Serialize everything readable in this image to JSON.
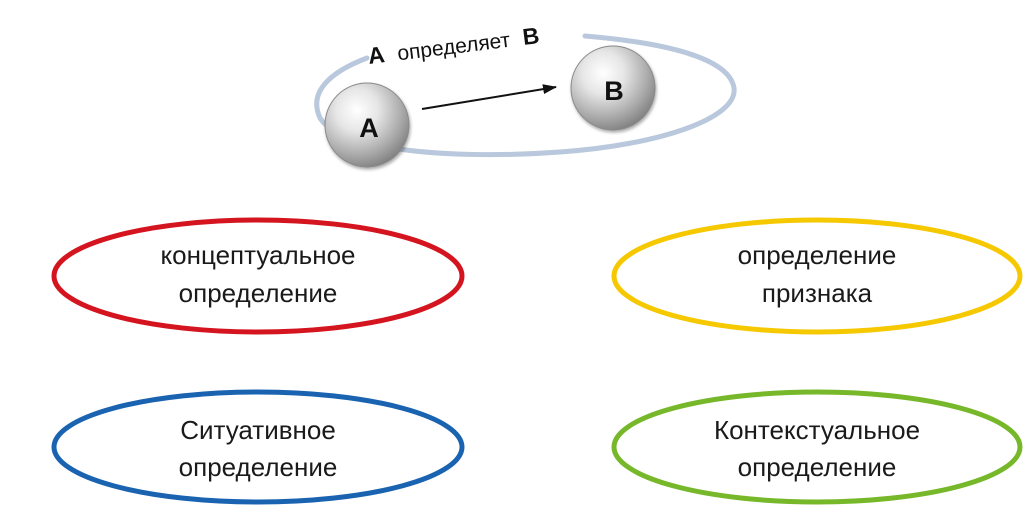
{
  "relation": {
    "subject": "A",
    "verb": "определяет",
    "object": "B"
  },
  "nodes": {
    "a": {
      "label": "A"
    },
    "b": {
      "label": "B"
    }
  },
  "colors": {
    "orbit": "#b9c8dc",
    "arrow": "#111111",
    "red": "#d4141f",
    "yellow": "#f5c800",
    "blue": "#1a63b0",
    "green": "#76b82a"
  },
  "definitions": {
    "conceptual": {
      "line1": "концептуальное",
      "line2": "определение"
    },
    "feature": {
      "line1": "определение",
      "line2": "признака"
    },
    "situational": {
      "line1": "Ситуативное",
      "line2": "определение"
    },
    "contextual": {
      "line1": "Контекстуальное",
      "line2": "определение"
    }
  }
}
